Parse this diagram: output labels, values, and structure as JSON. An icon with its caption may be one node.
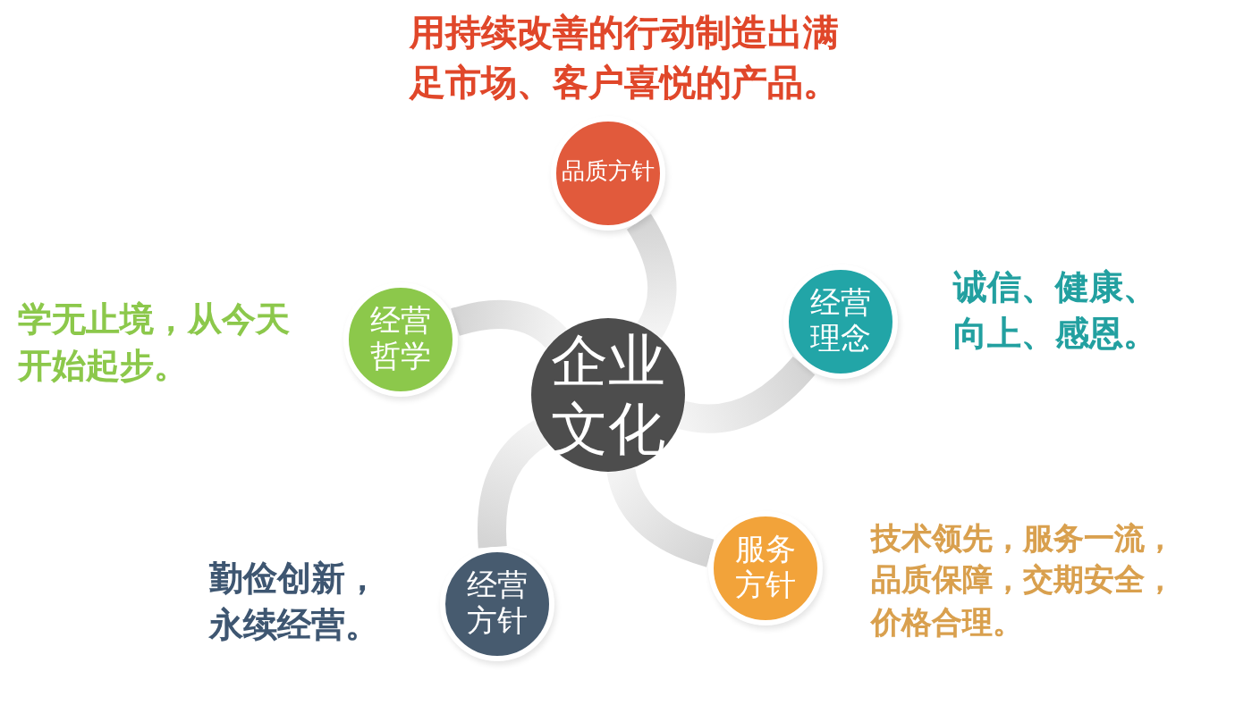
{
  "diagram": {
    "nodes": [
      {
        "text": [
          "企业文化"
        ]
      },
      {
        "text": [
          "品质方针"
        ],
        "beside": [
          "用持续改善的行动制造出满足市场、客户喜悦的产品。"
        ]
      },
      {
        "text": [
          "经营理念"
        ],
        "beside": [
          "诚信、健康、向上、感恩。"
        ]
      },
      {
        "text": [
          "服务方针"
        ],
        "beside": [
          "技术领先，服务一流，品质保障，交期安全，价格合理。"
        ]
      },
      {
        "text": [
          "经营方针"
        ],
        "beside": [
          "勤俭创新，永续经营。"
        ]
      },
      {
        "text": [
          "经营哲学"
        ],
        "beside": [
          "学无止境，从今天开始起步。"
        ]
      }
    ],
    "edges": [
      {
        "from": 0,
        "to": 1,
        "arrow": "none"
      },
      {
        "from": 0,
        "to": 2,
        "arrow": "none"
      },
      {
        "from": 0,
        "to": 3,
        "arrow": "none"
      },
      {
        "from": 0,
        "to": 4,
        "arrow": "none"
      },
      {
        "from": 0,
        "to": 5,
        "arrow": "none"
      }
    ]
  }
}
